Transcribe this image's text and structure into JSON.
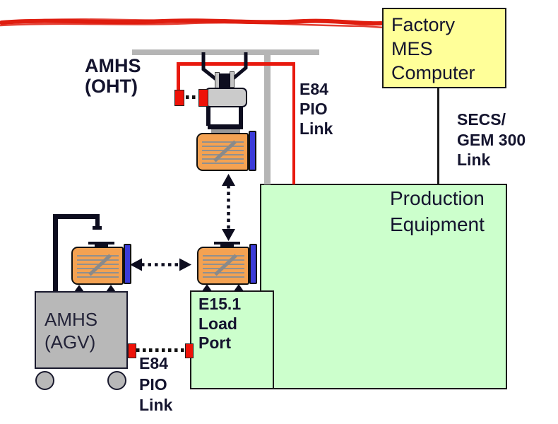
{
  "labels": {
    "amhs_oht": {
      "lines": [
        "AMHS",
        "(OHT)"
      ]
    },
    "e84_top": {
      "lines": [
        "E84",
        "PIO",
        "Link"
      ]
    },
    "secs_gem": {
      "lines": [
        "SECS/",
        "GEM 300",
        "Link"
      ]
    },
    "e84_bottom": {
      "lines": [
        "E84",
        "PIO",
        "Link"
      ]
    },
    "amhs_agv": {
      "lines": [
        "AMHS",
        "(AGV)"
      ]
    }
  },
  "boxes": {
    "factory_mes": {
      "lines": [
        "Factory",
        "MES",
        "Computer"
      ],
      "fill": "#ffff99"
    },
    "production": {
      "lines": [
        "Production",
        "Equipment"
      ],
      "fill": "#ccffcc"
    },
    "load_port": {
      "lines": [
        "E15.1",
        "Load",
        "Port"
      ],
      "fill": "#ccffcc"
    }
  },
  "colors": {
    "marker_red": "#e8190e",
    "connector_red": "#ee1208",
    "foup_orange": "#f4a252",
    "foup_door_blue": "#3b3bd8",
    "rail_gray": "#b5b5b5",
    "agv_gray": "#b8b8b8",
    "box_green": "#ccffcc",
    "box_yellow": "#ffff99",
    "text_dark": "#14142e"
  }
}
